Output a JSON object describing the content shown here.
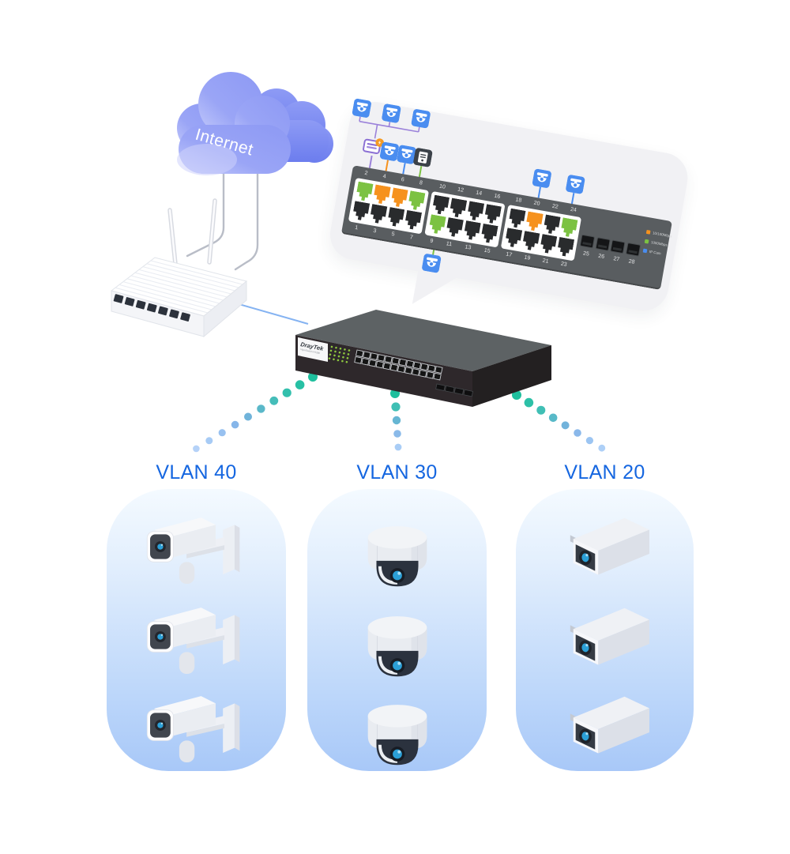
{
  "cloud": {
    "label": "Internet"
  },
  "router": {
    "type": "wireless-router",
    "antennas": 2,
    "ports_visible": 7
  },
  "switch": {
    "brand": "DrayTek",
    "model": "VigorSwitch P2280",
    "rj45_ports": 24,
    "sfp_ports": 4
  },
  "callout": {
    "blocks": [
      {
        "top": [
          "2",
          "4",
          "6",
          "8"
        ],
        "bottom": [
          "1",
          "3",
          "5",
          "7"
        ]
      },
      {
        "top": [
          "10",
          "12",
          "14",
          "16"
        ],
        "bottom": [
          "9",
          "11",
          "13",
          "15"
        ]
      },
      {
        "top": [
          "18",
          "20",
          "22",
          "24"
        ],
        "bottom": [
          "17",
          "19",
          "21",
          "23"
        ]
      }
    ],
    "sfp": [
      "25",
      "26",
      "27",
      "28"
    ],
    "legend": [
      {
        "color": "#f6921e",
        "label": "10/100Mbps"
      },
      {
        "color": "#7cc242",
        "label": "1000Mbps"
      },
      {
        "color": "#4a8df0",
        "label": "IP Cam"
      }
    ],
    "port_link_colors": {
      "green": [
        "2",
        "8",
        "9",
        "24"
      ],
      "orange": [
        "4",
        "6",
        "20"
      ]
    },
    "port_devices": [
      {
        "port": "2",
        "device": "poe-extender-with-3-cameras"
      },
      {
        "port": "4",
        "device": "ip-camera"
      },
      {
        "port": "6",
        "device": "ip-camera"
      },
      {
        "port": "8",
        "device": "nvr"
      },
      {
        "port": "9",
        "device": "ip-camera"
      },
      {
        "port": "20",
        "device": "ip-camera"
      },
      {
        "port": "24",
        "device": "ip-camera"
      }
    ]
  },
  "vlans": [
    {
      "label": "VLAN 40",
      "camera_type": "bullet-wall-mount",
      "count": 3
    },
    {
      "label": "VLAN 30",
      "camera_type": "dome",
      "count": 3
    },
    {
      "label": "VLAN 20",
      "camera_type": "box",
      "count": 3
    }
  ],
  "icons": {
    "camera": "camera-icon",
    "poe_extender": "poe-extender-icon",
    "nvr": "nvr-icon",
    "cloud": "internet-cloud"
  },
  "colors": {
    "vlan_label": "#1566e0",
    "dot_start": "#1ebf9d",
    "dot_end": "#b5d2f8",
    "port_green": "#7cc242",
    "port_orange": "#f6921e",
    "camera_icon_blue": "#4a8df0",
    "poe_icon_purple": "#8b6fd4",
    "badge_orange": "#f59a23"
  }
}
